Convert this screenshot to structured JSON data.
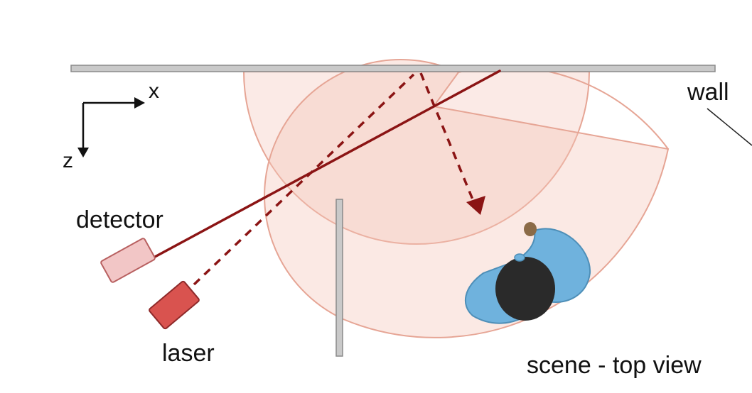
{
  "labels": {
    "x_axis": "x",
    "z_axis": "z",
    "wall": "wall",
    "detector": "detector",
    "laser": "laser",
    "caption": "scene - top view"
  },
  "colors": {
    "wall": "#c9c9c9",
    "wall_border": "#8a8a8a",
    "occluder": "#c9c9c9",
    "cone_fill": "#f4c4b8",
    "cone_stroke": "#e6a595",
    "beam": "#8b1414",
    "detector": "#f2c6c6",
    "laser": "#d9534f",
    "person_body": "#6fb2dd",
    "person_head": "#2a2a2a",
    "object": "#8b6b47"
  },
  "icons": {
    "axes": "coordinate-axes-icon",
    "person": "person-top-view-icon"
  }
}
